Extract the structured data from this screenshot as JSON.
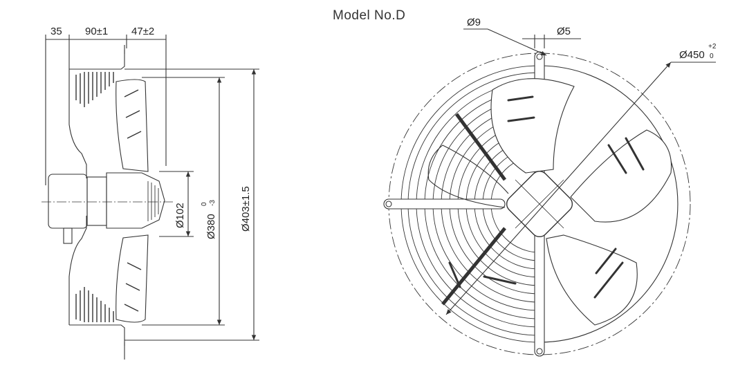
{
  "model": "Model No.D",
  "side_view": {
    "dim_35": "35",
    "dim_90": "90±1",
    "dim_47": "47±2",
    "dim_102": "Ø102",
    "dim_380": "Ø380",
    "dim_380_sup": "0",
    "dim_380_sub": "-3",
    "dim_403": "Ø403±1.5"
  },
  "front_view": {
    "dim_9": "Ø9",
    "dim_5": "Ø5",
    "dim_450": "Ø450",
    "dim_450_sup": "+2",
    "dim_450_sub": "0"
  },
  "colors": {
    "line": "#333333",
    "text": "#222222",
    "background": "#ffffff"
  }
}
